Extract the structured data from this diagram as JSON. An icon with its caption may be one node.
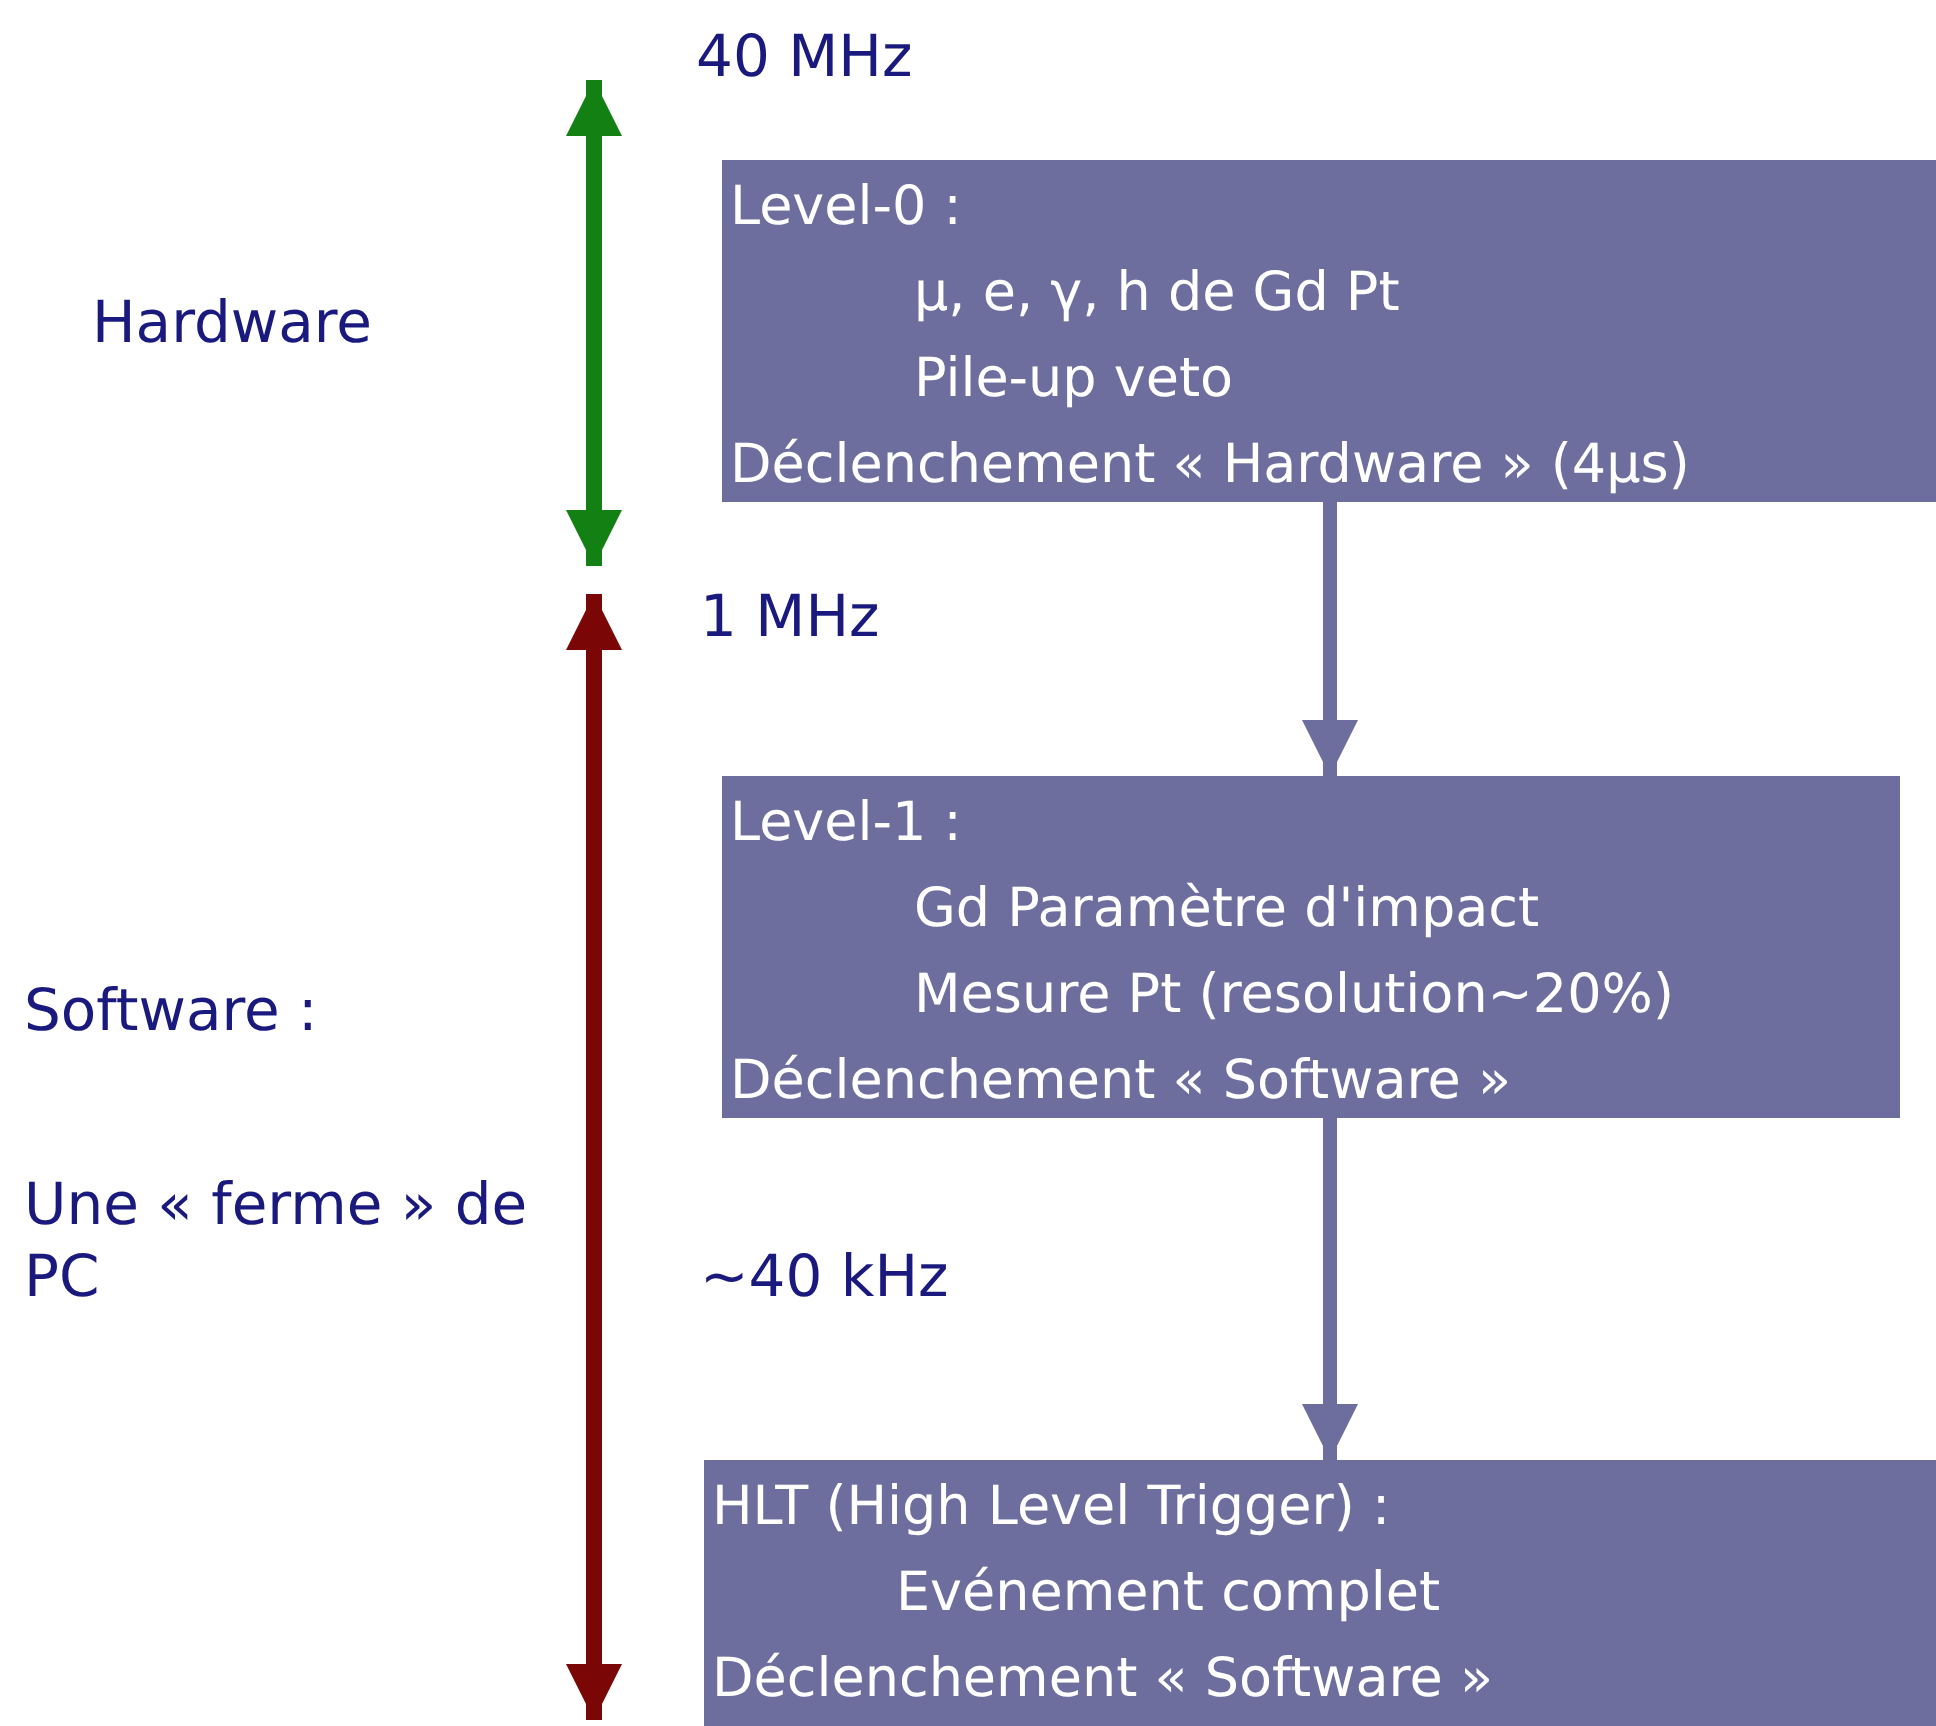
{
  "diagram": {
    "nodes": [
      {
        "text": [
          "Level-0 :",
          "μ, e, γ, h de Gd Pt",
          "Pile-up veto",
          "Déclenchement « Hardware »  (4μs)"
        ]
      },
      {
        "text": [
          "Level-1 :",
          "Gd Paramètre d'impact",
          "Mesure Pt (resolution~20%)",
          "Déclenchement « Software »"
        ]
      },
      {
        "text": [
          "HLT (High Level Trigger) :",
          "Evénement complet",
          "Déclenchement « Software »"
        ]
      }
    ],
    "edges": [
      {
        "from": 0,
        "to": 1,
        "arrow": "to"
      },
      {
        "from": 1,
        "to": 2,
        "arrow": "to"
      }
    ],
    "labels": [
      "40 MHz",
      "Hardware",
      "1 MHz",
      "Software :",
      "Une « ferme » de PC",
      "~40 kHz"
    ]
  }
}
